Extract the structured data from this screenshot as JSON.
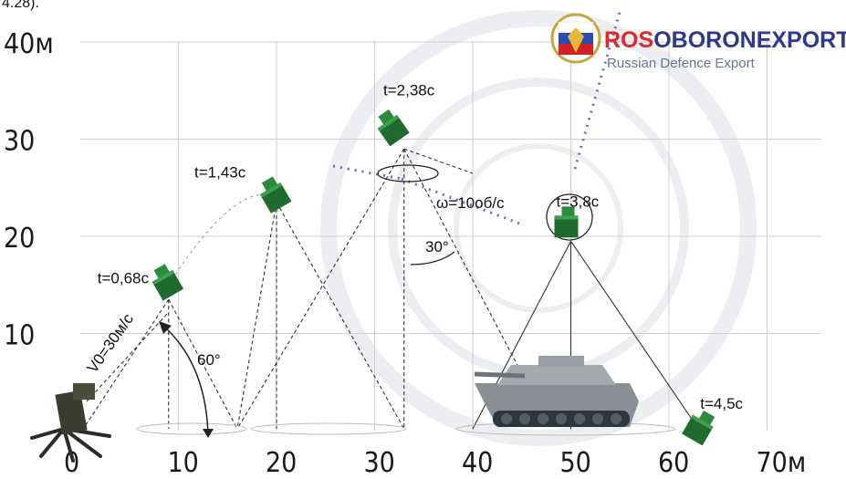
{
  "header_fragment": "4.28).",
  "brand": {
    "name_part1": "ROS",
    "name_part2": "OBORONEXPORT",
    "subtitle": "Russian Defence Export",
    "color_red": "#e2262b",
    "color_blue": "#2d3a8c"
  },
  "axes": {
    "y_ticks": [
      {
        "label": "40м",
        "value": 40
      },
      {
        "label": "30",
        "value": 30
      },
      {
        "label": "20",
        "value": 20
      },
      {
        "label": "10",
        "value": 10
      }
    ],
    "x_ticks": [
      {
        "label": "0",
        "value": 0
      },
      {
        "label": "10",
        "value": 10
      },
      {
        "label": "20",
        "value": 20
      },
      {
        "label": "30",
        "value": 30
      },
      {
        "label": "40",
        "value": 40
      },
      {
        "label": "50",
        "value": 50
      },
      {
        "label": "60",
        "value": 60
      },
      {
        "label": "70м",
        "value": 70
      }
    ]
  },
  "trajectory_points": [
    {
      "label": "t=0,68с",
      "x": 9,
      "y": 15
    },
    {
      "label": "t=1,43с",
      "x": 20,
      "y": 24
    },
    {
      "label": "t=2,38с",
      "x": 32,
      "y": 30
    },
    {
      "label": "t=3,8с",
      "x": 50,
      "y": 21
    },
    {
      "label": "t=4,5с",
      "x": 63,
      "y": 0
    }
  ],
  "annotations": {
    "velocity": "V0=30м/с",
    "launch_angle": "60°",
    "cone_angle": "30°",
    "rotation": "ω=10об/с"
  },
  "colors": {
    "munition": "#1f6b2e",
    "grid": "#c8c8c8",
    "dash": "#333333",
    "blue_marks": "#6b6fb8"
  }
}
